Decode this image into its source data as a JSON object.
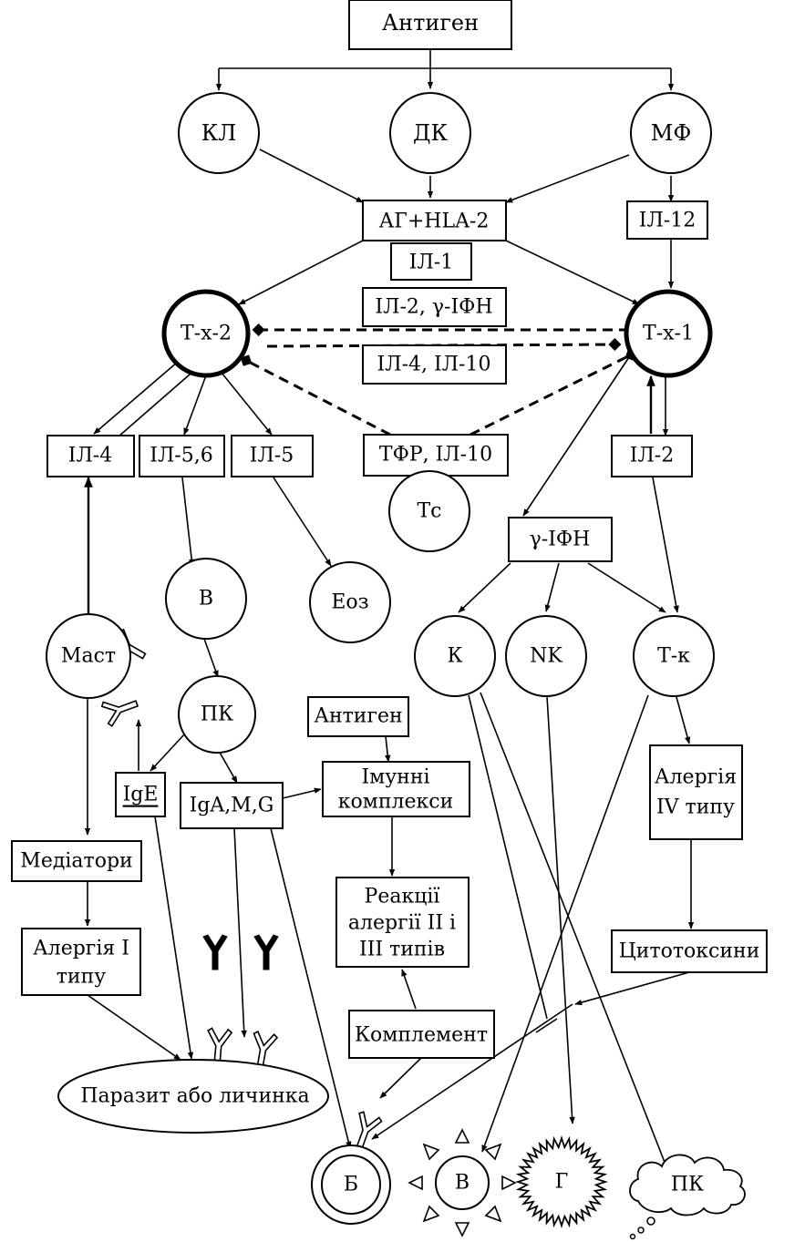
{
  "nodes": {
    "antigen_top": "Антиген",
    "kl": "КЛ",
    "dk": "ДК",
    "mf": "МФ",
    "ag_hla": "АГ+HLA-2",
    "il12": "ІЛ-12",
    "il1": "ІЛ-1",
    "il2_ifn": "ІЛ-2, γ-ІФН",
    "il4_il10": "ІЛ-4, ІЛ-10",
    "th2": "Т-х-2",
    "th1": "Т-х-1",
    "il4": "ІЛ-4",
    "il56": "ІЛ-5,6",
    "il5": "ІЛ-5",
    "tfr_il10": "ТФР, ІЛ-10",
    "il2": "ІЛ-2",
    "tc": "Тс",
    "ifn": "γ-ІФН",
    "b": "В",
    "eoz": "Еоз",
    "mast": "Маст",
    "k": "К",
    "nk": "NK",
    "tk": "Т-к",
    "pk": "ПК",
    "antigen2": "Антиген",
    "immune_complexes_line1": "Імунні",
    "immune_complexes_line2": "комплекси",
    "ige": "IgE",
    "igamg": "IgA,M,G",
    "allergy4_line1": "Алергія",
    "allergy4_line2": "IV типу",
    "mediators": "Медіатори",
    "reactions_line1": "Реакції",
    "reactions_line2": "алергії II і",
    "reactions_line3": "III типів",
    "allergy1_line1": "Алергія І",
    "allergy1_line2": "типу",
    "cytotoxins": "Цитотоксини",
    "complement": "Комплемент",
    "parasite": "Паразит або личинка",
    "target_b": "Б",
    "target_v": "В",
    "target_g": "Г",
    "target_pk": "ПК"
  }
}
